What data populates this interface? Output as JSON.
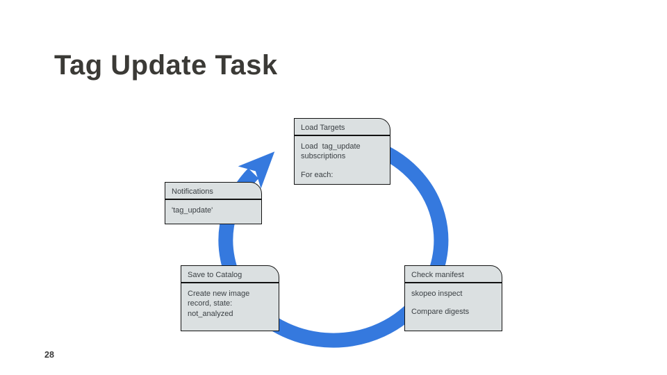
{
  "slide": {
    "title": "Tag Update Task",
    "title_color": "#3b3a36",
    "page_number": "28",
    "background_color": "#ffffff"
  },
  "diagram": {
    "type": "cycle",
    "direction": "clockwise",
    "cycle_color": "#3579de",
    "node_fill": "#dbe0e1",
    "node_border_color": "#111111",
    "nodes": [
      {
        "id": "load-targets",
        "title": "Load Targets",
        "body1": "Load  tag_update subscriptions",
        "body2": "For each:"
      },
      {
        "id": "check-manifest",
        "title": "Check manifest",
        "body1": "skopeo inspect",
        "body2": "Compare digests"
      },
      {
        "id": "save-to-catalog",
        "title": "Save to Catalog",
        "body1": "Create new image record, state: not_analyzed",
        "body2": ""
      },
      {
        "id": "notifications",
        "title": "Notifications",
        "body1": "'tag_update'",
        "body2": ""
      }
    ]
  }
}
